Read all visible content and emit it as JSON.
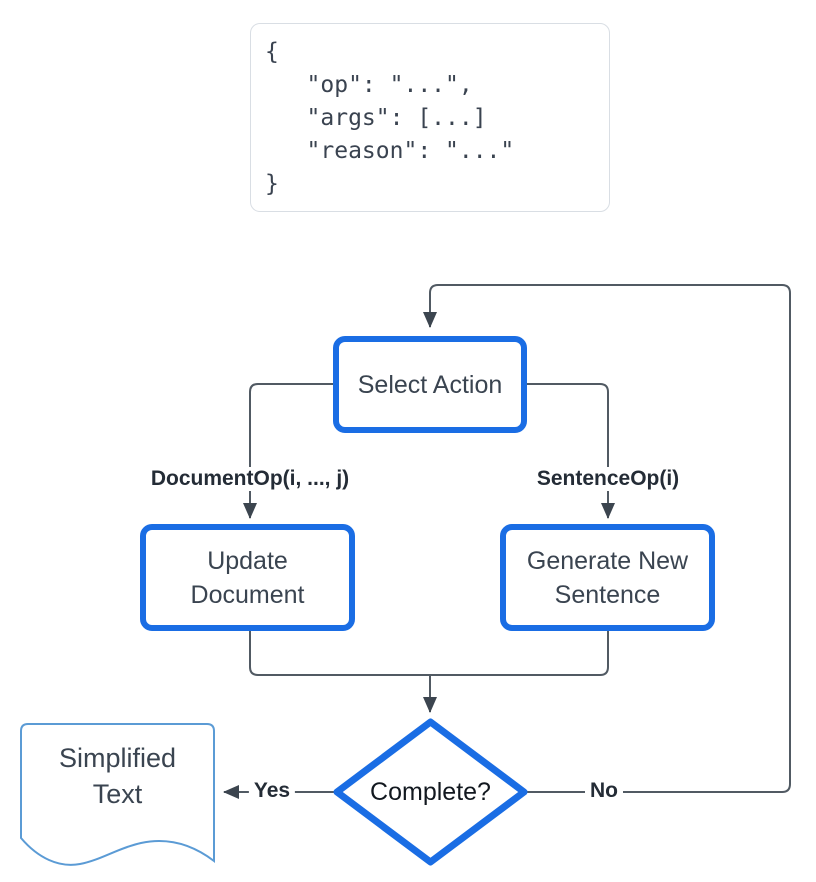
{
  "code_block": {
    "text": "{\n   \"op\": \"...\",\n   \"args\": [...]\n   \"reason\": \"...\"\n}"
  },
  "flowchart": {
    "nodes": {
      "select_action": {
        "label": "Select Action"
      },
      "update_document": {
        "line1": "Update",
        "line2": "Document"
      },
      "generate_new_sentence": {
        "line1": "Generate New",
        "line2": "Sentence"
      },
      "complete_decision": {
        "label": "Complete?"
      },
      "simplified_text": {
        "line1": "Simplified",
        "line2": "Text"
      }
    },
    "edge_labels": {
      "document_op": "DocumentOp(i, ..., j)",
      "sentence_op": "SentenceOp(i)",
      "yes": "Yes",
      "no": "No"
    }
  },
  "colors": {
    "node_border_blue": "#1a6de4",
    "document_outline_blue": "#5b9bd5",
    "connector_gray": "#515a63",
    "arrowhead_dark": "#3c454f",
    "node_text": "#3a4450",
    "decision_text": "#12181f",
    "edge_label_text": "#242c36",
    "code_text": "#3a4350",
    "code_border": "#d9dee4"
  }
}
